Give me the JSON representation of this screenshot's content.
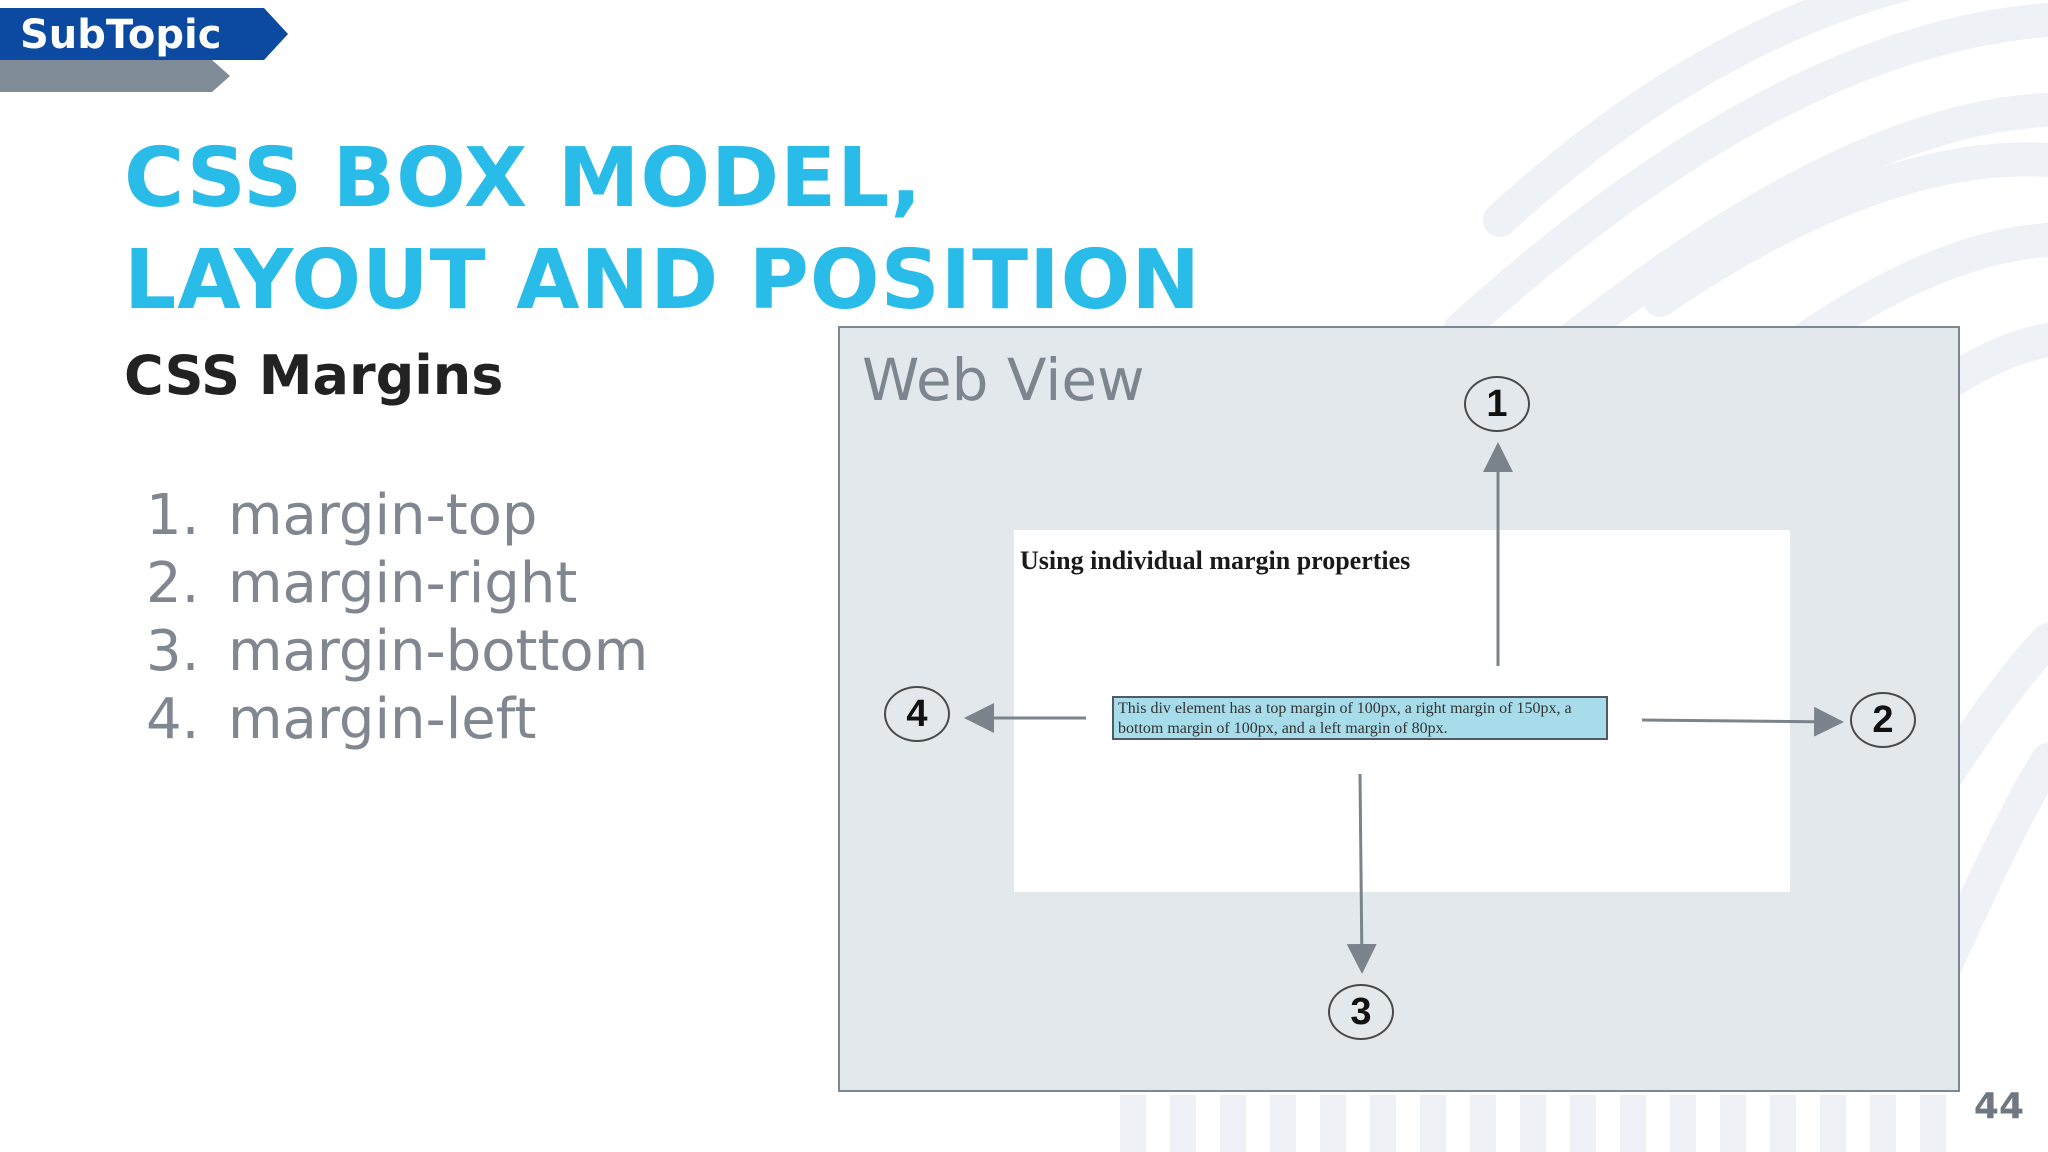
{
  "header": {
    "tag_label": "SubTopic"
  },
  "title": {
    "line1": "CSS BOX MODEL,",
    "line2": "LAYOUT AND POSITION"
  },
  "subtitle": "CSS Margins",
  "list": [
    {
      "num": "1.",
      "text": "margin-top"
    },
    {
      "num": "2.",
      "text": "margin-right"
    },
    {
      "num": "3.",
      "text": "margin-bottom"
    },
    {
      "num": "4.",
      "text": "margin-left"
    }
  ],
  "web_view": {
    "title": "Web View",
    "heading": "Using individual margin properties",
    "box_text": "This div element has a top margin of 100px, a right margin of 150px, a bottom margin of 100px, and a left margin of 80px.",
    "badges": [
      "1",
      "2",
      "3",
      "4"
    ]
  },
  "page_number": "44",
  "colors": {
    "title": "#29bce9",
    "tag_blue": "#0b4aa0",
    "tag_grey": "#7f8b97",
    "panel_bg": "#e3e8ec",
    "demo_box": "#a7dcea"
  }
}
